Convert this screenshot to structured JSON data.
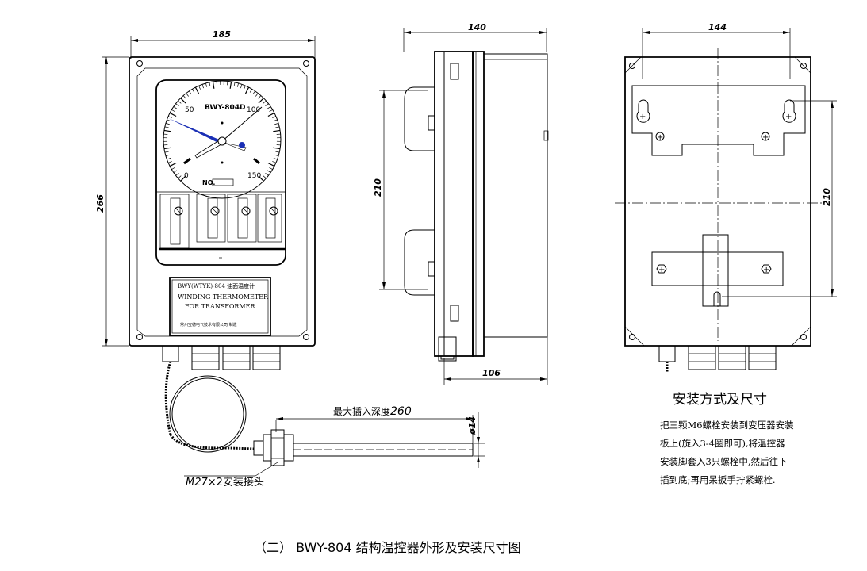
{
  "dimensions": {
    "front_width": "185",
    "front_height": "266",
    "side_depth": "140",
    "side_mount": "210",
    "side_bottom": "106",
    "back_width": "144",
    "back_mount": "210",
    "probe_diameter": "ø14"
  },
  "dial": {
    "model": "BWY-804D",
    "scale_labels": [
      "0",
      "50",
      "100",
      "150"
    ],
    "small_text": "",
    "no_label": "NO."
  },
  "nameplate": {
    "line1": "BWY(WTYK)-804 油面温度计",
    "line2": "WINDING THERMOMETER",
    "line3": "FOR TRANSFORMER",
    "maker": "常州宝德电气技术有限公司  制造"
  },
  "probe": {
    "depth_label": "最大插入深度",
    "depth_value": "260",
    "fitting_label_a": "M27",
    "fitting_label_b": "×2安装接头"
  },
  "install": {
    "title": "安装方式及尺寸",
    "lines": [
      "把三颗M6螺栓安装到变压器安装",
      "板上(旋入3-4圈即可),将温控器",
      "安装脚套入3只螺栓中,然后往下",
      "插到底;再用呆扳手拧紧螺栓."
    ]
  },
  "caption": "（二） BWY-804 结构温控器外形及安装尺寸图"
}
